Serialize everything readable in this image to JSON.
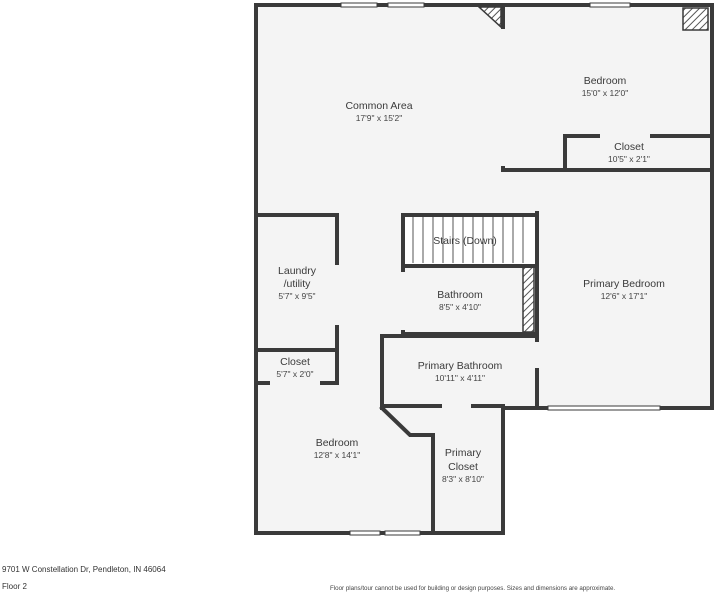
{
  "colors": {
    "wall": "#3a3a3a",
    "floor": "#f4f4f4",
    "window": "#ffffff",
    "hatch": "#555555"
  },
  "rooms": {
    "common_area": {
      "name": "Common Area",
      "dims": "17'9\" x 15'2\""
    },
    "bedroom_top": {
      "name": "Bedroom",
      "dims": "15'0\" x 12'0\""
    },
    "closet_top": {
      "name": "Closet",
      "dims": "10'5\" x 2'1\""
    },
    "stairs": {
      "name": "Stairs (Down)",
      "dims": ""
    },
    "laundry": {
      "name_line1": "Laundry",
      "name_line2": "/utility",
      "dims": "5'7\" x 9'5\""
    },
    "bathroom": {
      "name": "Bathroom",
      "dims": "8'5\" x 4'10\""
    },
    "primary_bedroom": {
      "name": "Primary Bedroom",
      "dims": "12'6\" x 17'1\""
    },
    "primary_bathroom": {
      "name": "Primary Bathroom",
      "dims": "10'11\" x 4'11\""
    },
    "closet_left": {
      "name": "Closet",
      "dims": "5'7\" x 2'0\""
    },
    "bedroom_bottom": {
      "name": "Bedroom",
      "dims": "12'8\" x 14'1\""
    },
    "primary_closet": {
      "name_line1": "Primary",
      "name_line2": "Closet",
      "dims": "8'3\" x 8'10\""
    }
  },
  "footer": {
    "address": "9701 W Constellation Dr, Pendleton, IN 46064",
    "floor": "Floor 2",
    "disclaimer": "Floor plans/tour cannot be used for building or design purposes. Sizes and dimensions are approximate."
  }
}
